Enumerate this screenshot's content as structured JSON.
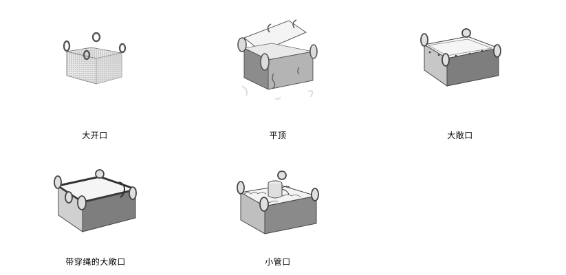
{
  "items": [
    {
      "caption": "大开口",
      "icon": "open-top-bag-icon"
    },
    {
      "caption": "平顶",
      "icon": "flat-top-lid-bag-icon"
    },
    {
      "caption": "大敞口",
      "icon": "wide-open-top-bag-icon"
    },
    {
      "caption": "带穿绳的大敞口",
      "icon": "wide-open-top-with-cord-bag-icon"
    },
    {
      "caption": "小管口",
      "icon": "small-spout-bag-icon"
    }
  ]
}
